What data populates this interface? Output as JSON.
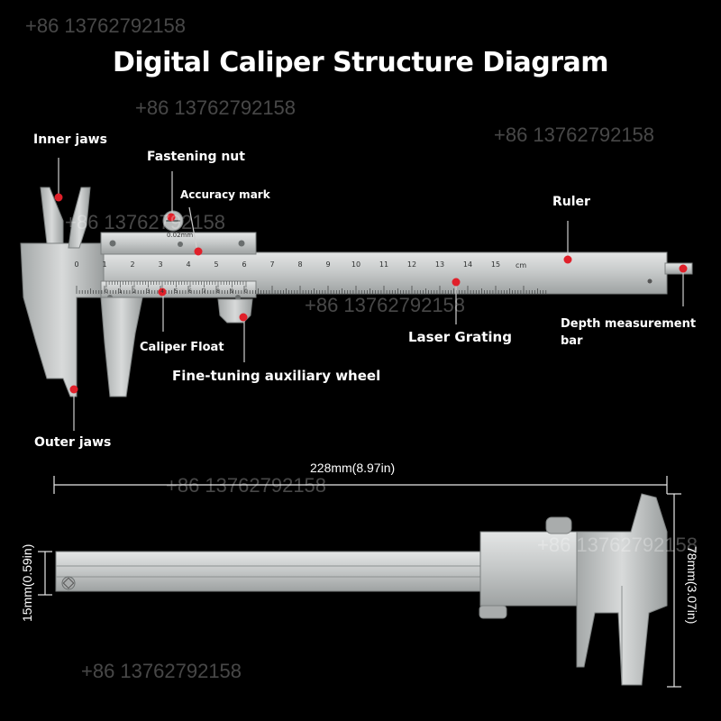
{
  "title": "Digital Caliper Structure Diagram",
  "watermark": "+86 13762792158",
  "labels": {
    "inner_jaws": "Inner jaws",
    "fastening_nut": "Fastening nut",
    "accuracy_mark": "Accuracy mark",
    "ruler": "Ruler",
    "caliper_float": "Caliper Float",
    "laser_grating": "Laser Grating",
    "depth_bar_line1": "Depth measurement",
    "depth_bar_line2": "bar",
    "fine_tuning_wheel": "Fine-tuning auxiliary wheel",
    "outer_jaws": "Outer jaws"
  },
  "scale": {
    "main_ticks": [
      "0",
      "1",
      "2",
      "3",
      "4",
      "5",
      "6",
      "7",
      "8",
      "9",
      "10",
      "11",
      "12",
      "13",
      "14",
      "15"
    ],
    "unit": "cm",
    "vernier_ticks": [
      "0",
      "1",
      "2",
      "3",
      "4",
      "5",
      "6",
      "7",
      "8",
      "9",
      "0"
    ],
    "vernier_precision": "0.02mm"
  },
  "dimensions": {
    "length": "228mm(8.97in)",
    "thickness": "15mm(0.59in)",
    "height": "78mm(3.07in)"
  },
  "colors": {
    "background": "#000000",
    "steel": "#c9cbcb",
    "steel_dark": "#8e9191",
    "marker": "#e0202a",
    "text": "#ffffff"
  }
}
